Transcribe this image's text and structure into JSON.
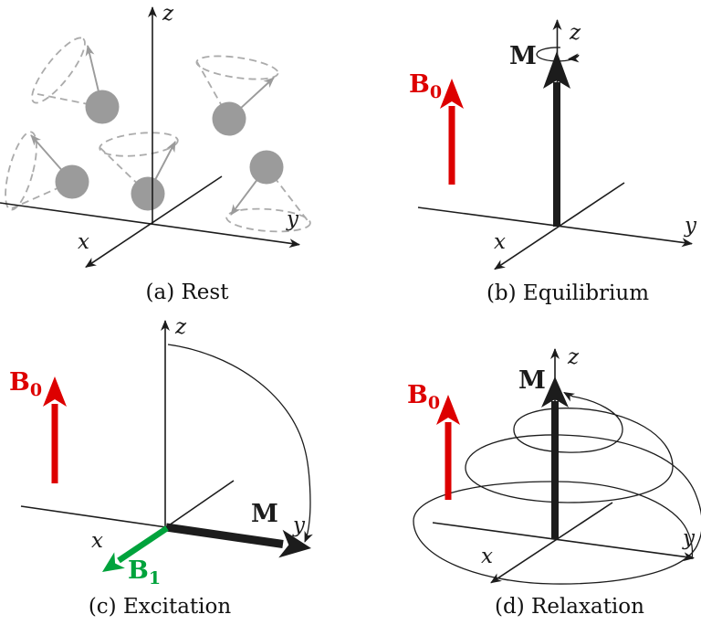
{
  "figure": {
    "captions": {
      "a": "(a) Rest",
      "b": "(b) Equilibrium",
      "c": "(c) Excitation",
      "d": "(d) Relaxation"
    },
    "axis_labels": {
      "x": "x",
      "y": "y",
      "z": "z"
    },
    "vector_labels": {
      "m": "M",
      "b0_base": "B",
      "b0_sub": "0",
      "b1_base": "B",
      "b1_sub": "1"
    },
    "colors": {
      "background": "#ffffff",
      "ink": "#1c1c1c",
      "b0_red": "#dd0000",
      "b1_green": "#00a33c",
      "spin_gray": "#9b9b9b",
      "cone_gray": "#ababab"
    }
  }
}
